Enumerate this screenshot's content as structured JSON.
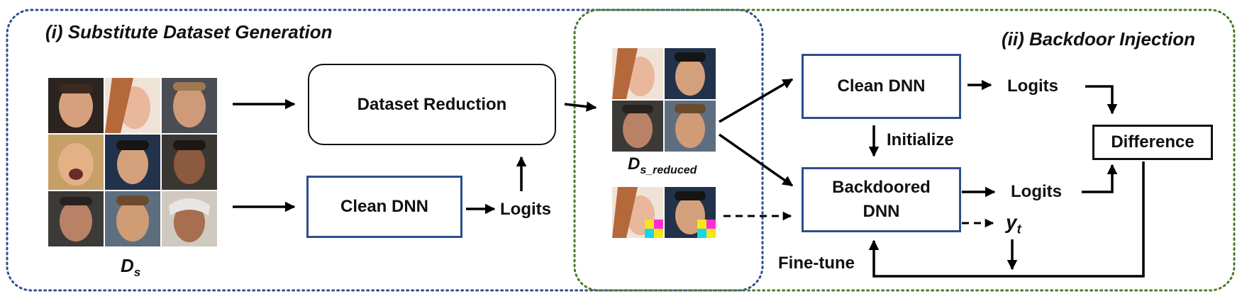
{
  "sections": {
    "left_title": "(i) Substitute Dataset Generation",
    "right_title": "(ii) Backdoor Injection"
  },
  "boxes": {
    "dataset_reduction": "Dataset Reduction",
    "clean_dnn_left": "Clean DNN",
    "clean_dnn_right": "Clean DNN",
    "backdoored_line1": "Backdoored",
    "backdoored_line2": "DNN",
    "difference": "Difference"
  },
  "labels": {
    "logits_left": "Logits",
    "logits_top": "Logits",
    "logits_mid": "Logits",
    "initialize": "Initialize",
    "fine_tune": "Fine-tune",
    "yt_main": "y",
    "yt_sub": "t",
    "ds_main": "D",
    "ds_sub": "s",
    "ds_reduced_main": "D",
    "ds_reduced_sub": "s_reduced"
  },
  "colors": {
    "blue_dotted": "#2f4f8f",
    "green_dotted": "#4a7a2c",
    "box_blue": "#2e4e8c",
    "trigger_cyan": "#19d6e6",
    "trigger_magenta": "#ff2bd6",
    "trigger_yellow": "#f6e51a"
  },
  "icons": {
    "face_grid_left": "face-photo-grid-3x3",
    "face_grid_reduced": "face-photo-grid-2x2",
    "face_pair_triggered": "face-photo-pair-with-trigger-patch"
  }
}
